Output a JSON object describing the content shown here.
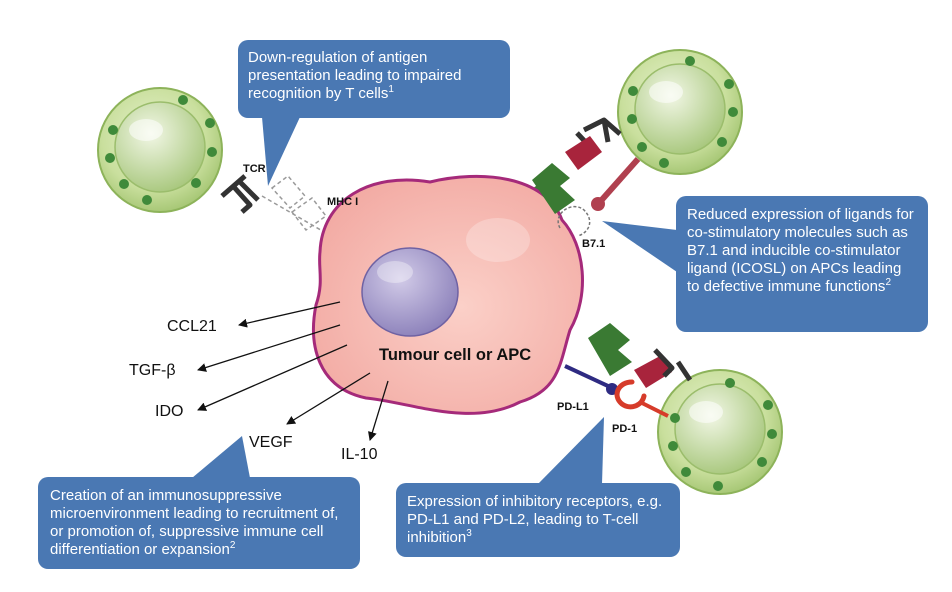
{
  "colors": {
    "callout_fill": "#4a78b3",
    "callout_text": "#ffffff",
    "tumour_cell_fill": "#f6b3ac",
    "tumour_cell_stroke": "#a52a7a",
    "nucleus_fill": "#9c91c8",
    "t_cell_fill": "#c9df9d",
    "t_cell_dots": "#3f8a3a",
    "mhc_green": "#3a7a33",
    "b7_red": "#b0404f",
    "tcr_dark": "#333333",
    "pdl1_blue": "#2e2b82",
    "pd1_red": "#d63b2a"
  },
  "labels": {
    "tcr": "TCR",
    "mhc": "MHC I",
    "b7": "B7.1",
    "pdl1": "PD-L1",
    "pd1": "PD-1",
    "cell": "Tumour cell or APC"
  },
  "cytokines": {
    "ccl21": "CCL21",
    "tgfb": "TGF-β",
    "ido": "IDO",
    "vegf": "VEGF",
    "il10": "IL-10"
  },
  "callouts": {
    "antigen": {
      "text": "Down-regulation of antigen presentation leading to impaired recognition by T cells",
      "ref": "1"
    },
    "ligands": {
      "text": "Reduced expression of ligands for co-stimulatory molecules such as B7.1 and inducible co-stimulator ligand (ICOSL) on APCs leading to defective immune functions",
      "ref": "2"
    },
    "microenvironment": {
      "text": "Creation of an immunosuppressive microenvironment leading to recruitment of, or promotion of, suppressive immune cell differentiation or expansion",
      "ref": "2"
    },
    "inhibitory": {
      "text": "Expression of inhibitory receptors, e.g. PD-L1 and PD-L2, leading to T-cell inhibition",
      "ref": "3"
    }
  },
  "icons": {
    "t_cell": "t-cell-icon",
    "tumour_cell": "tumour-cell-icon",
    "nucleus": "nucleus-icon"
  }
}
